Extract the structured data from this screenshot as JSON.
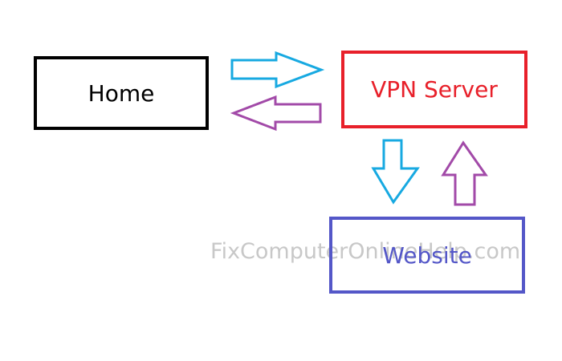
{
  "nodes": {
    "home": {
      "label": "Home",
      "border_color": "#000000"
    },
    "vpn_server": {
      "label": "VPN Server",
      "border_color": "#e8202a"
    },
    "website": {
      "label": "Website",
      "border_color": "#5457c8"
    }
  },
  "arrows": {
    "home_to_vpn": {
      "direction": "right",
      "color": "#17a9e1"
    },
    "vpn_to_home": {
      "direction": "left",
      "color": "#a24aa8"
    },
    "vpn_to_website": {
      "direction": "down",
      "color": "#17a9e1"
    },
    "website_to_vpn": {
      "direction": "up",
      "color": "#a24aa8"
    }
  },
  "watermark": {
    "text": "FixComputerOnlineHelp.com"
  }
}
